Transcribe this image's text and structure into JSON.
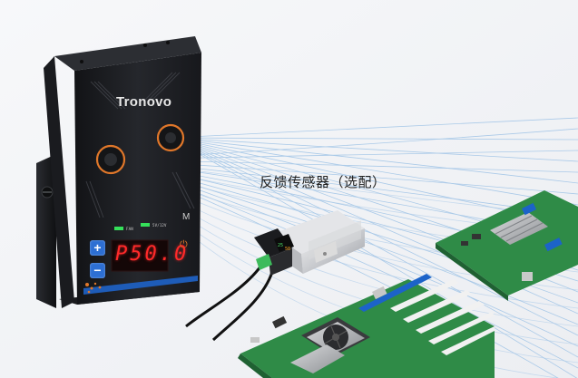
{
  "caption": "反馈传感器（选配）",
  "controller": {
    "brand": "Tronovo",
    "mode_key": "M",
    "indicator_left": "FAN",
    "indicator_right": "5V/12V",
    "display_value": "P50.0",
    "plus_key": "+",
    "minus_key": "−",
    "power_symbol": "⏻"
  },
  "sensor": {
    "screen_values": [
      "25",
      "50"
    ]
  },
  "colors": {
    "background": "#f3f4f6",
    "controller_body": "#1d1f24",
    "accent_orange": "#e0772a",
    "display_red": "#ff2a2a",
    "key_blue": "#2d6fd3",
    "pcb_green": "#2f8b47",
    "airflow_lines": "#9ec3e6"
  },
  "icons": [
    "power-icon",
    "plus-icon",
    "minus-icon"
  ]
}
